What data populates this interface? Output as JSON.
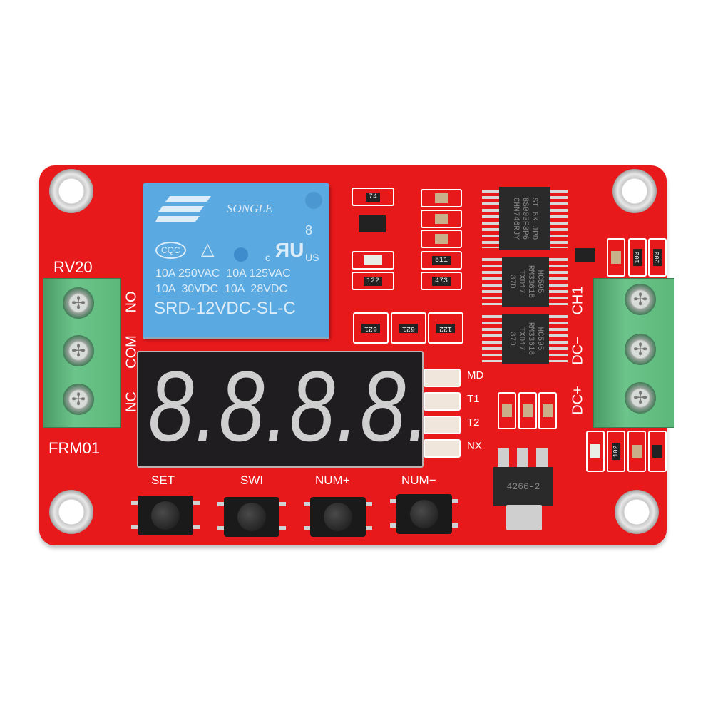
{
  "colors": {
    "pcb": "#e8191b",
    "relay": "#5aa9e0",
    "terminal": "#5cb87a",
    "display": "#1f1d1f",
    "segment": "#cfcfcf"
  },
  "relay": {
    "brand": "SONGLE",
    "cert_cqc": "CQC",
    "cert_num": "8",
    "cert_c": "c",
    "cert_us": "US",
    "rating_line1": "10A 250VAC  10A 125VAC",
    "rating_line2": "10A  30VDC  10A  28VDC",
    "model": "SRD-12VDC-SL-C"
  },
  "board": {
    "model_top": "RV20",
    "model_bottom": "FRM01"
  },
  "relay_terminal": {
    "labels": [
      "NO",
      "COM",
      "NC"
    ]
  },
  "power_terminal": {
    "labels": [
      "CH1",
      "DC−",
      "DC+"
    ]
  },
  "display": {
    "digits": "8.8.8.8."
  },
  "indicators": [
    {
      "label": "MD"
    },
    {
      "label": "T1"
    },
    {
      "label": "T2"
    },
    {
      "label": "NX"
    }
  ],
  "buttons": [
    {
      "label": "SET"
    },
    {
      "label": "SWI"
    },
    {
      "label": "NUM+"
    },
    {
      "label": "NUM−"
    }
  ],
  "chips": {
    "mcu": "ST 6K JPD\n8S003F3P6\nCHN746RJY",
    "shift1": "HC595\nRM33618\nTXD17\n37D",
    "shift2": "HC595\nRM33618\nTXD17\n37D",
    "regulator": "4266-2"
  },
  "components": {
    "transistor_top": "74",
    "r1": "122",
    "r2": "511",
    "r3": "473",
    "rn1": "621",
    "rn2": "621",
    "rn3": "122",
    "r4": "103",
    "r5": "203",
    "r6": "102"
  }
}
